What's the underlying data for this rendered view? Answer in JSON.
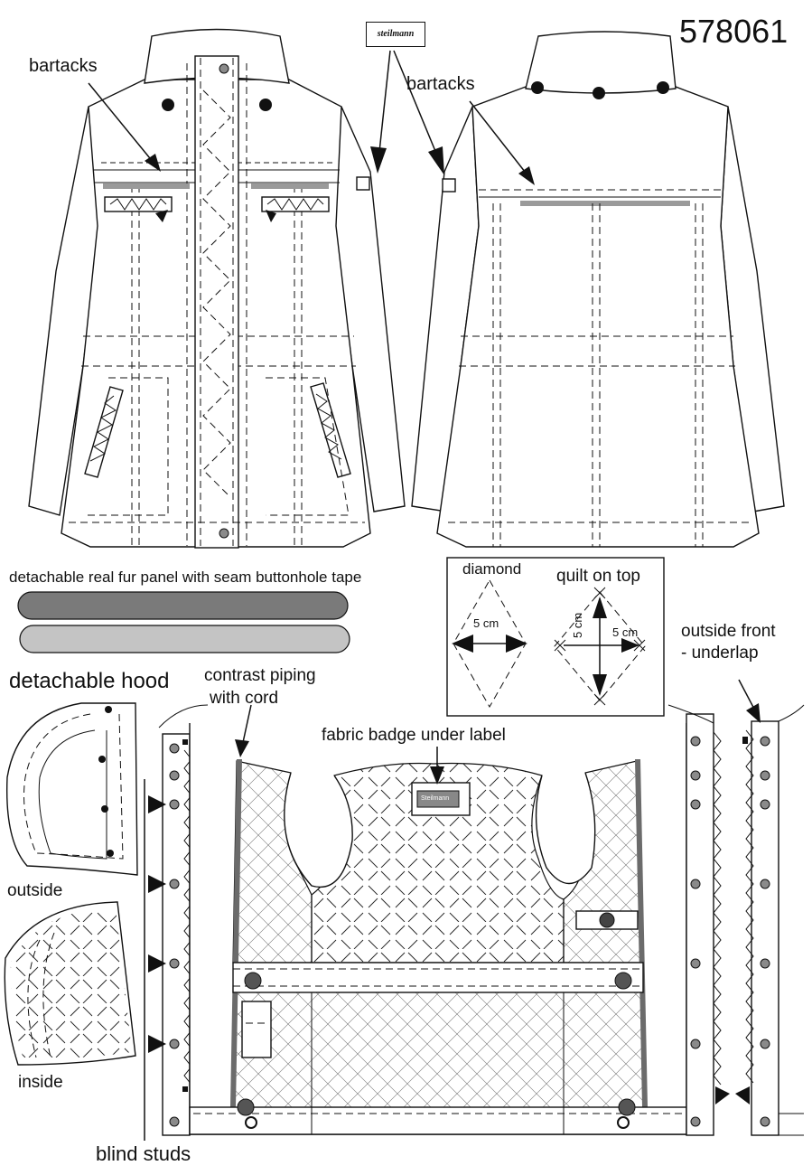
{
  "style_number": "578061",
  "brand_label": "steilmann",
  "badge_text": "Steilmann",
  "labels": {
    "bartacks_front": "bartacks",
    "bartacks_back": "bartacks",
    "fur_panel": "detachable real fur panel with seam buttonhole tape",
    "detachable_hood": "detachable hood",
    "outside": "outside",
    "inside": "inside",
    "contrast_piping_line1": "contrast piping",
    "contrast_piping_line2": "with cord",
    "fabric_badge": "fabric badge under label",
    "diamond": "diamond",
    "quilt_on_top": "quilt on top",
    "five_cm_a": "5 cm",
    "five_cm_b": "5 cm",
    "five_cm_c": "5 cm",
    "outside_front_line1": "outside front",
    "outside_front_line2": "- underlap",
    "blind_studs": "blind studs"
  },
  "colors": {
    "fur_panel_dark": "#7a7a7a",
    "fur_panel_light": "#c4c4c4",
    "piping": "#6b6b6b",
    "bartack_bar": "#9a9a9a"
  }
}
